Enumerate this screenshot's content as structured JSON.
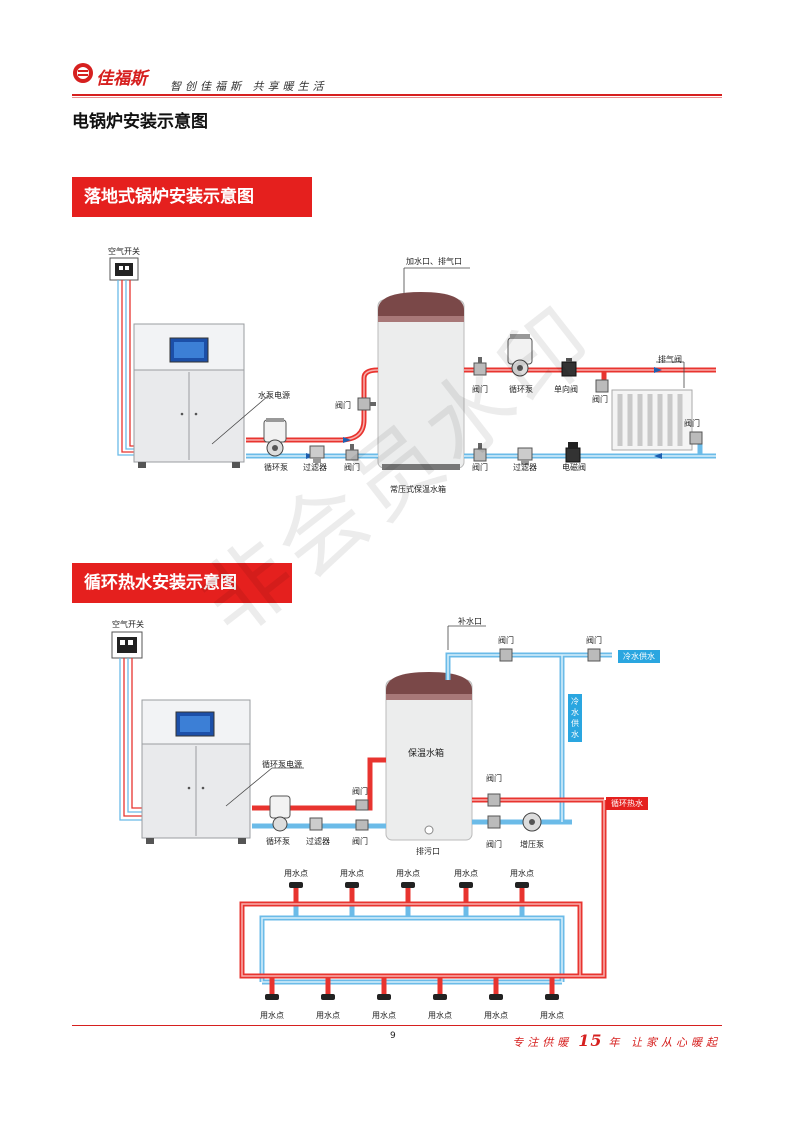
{
  "header": {
    "brand": "佳福斯",
    "slogan": "智创佳福斯 共享暖生活"
  },
  "page_title": "电锅炉安装示意图",
  "section1": {
    "banner": "落地式锅炉安装示意图",
    "air_switch": "空气开关",
    "water_inlet": "加水口、排气口",
    "pump_power": "水泵电源",
    "valve_vertical": "阀门",
    "pump": "循环泵",
    "filter": "过滤器",
    "valve_bottom": "阀门",
    "tank": "常压式保温水箱",
    "valve_right_top": "阀门",
    "pump_right": "循环泵",
    "check_valve": "单向阀",
    "valve_under_check": "阀门",
    "exhaust_valve": "排气阀",
    "valve_radiator": "阀门",
    "valve_right_bottom": "阀门",
    "filter_right": "过滤器",
    "solenoid": "电磁阀"
  },
  "section2": {
    "banner": "循环热水安装示意图",
    "air_switch": "空气开关",
    "make_up": "补水口",
    "valve_top1": "阀门",
    "valve_top2": "阀门",
    "cold_supply": "冷水供水",
    "cold_supply_vertical": "冷水供水",
    "tank": "保温水箱",
    "pump_power": "循环泵电源",
    "valve_left_top": "阀门",
    "pump": "循环泵",
    "filter": "过滤器",
    "valve_left_bottom": "阀门",
    "drain": "排污口",
    "valve_right_top": "阀门",
    "circ_hot": "循环热水",
    "valve_right_bottom": "阀门",
    "booster": "增压泵",
    "points_top": [
      "用水点",
      "用水点",
      "用水点",
      "用水点",
      "用水点"
    ],
    "points_bottom": [
      "用水点",
      "用水点",
      "用水点",
      "用水点",
      "用水点",
      "用水点"
    ]
  },
  "watermark": "非会员水印",
  "footer": {
    "page": "9",
    "slogan_a": "专注供暖",
    "years": "15",
    "slogan_b": "年 让家从心暖起"
  },
  "colors": {
    "brand_red": "#d6201f",
    "banner_red": "#e5201e",
    "hot_pipe": "#e8342f",
    "cold_pipe": "#6bbbe8",
    "tag_blue": "#2aa6e0"
  }
}
